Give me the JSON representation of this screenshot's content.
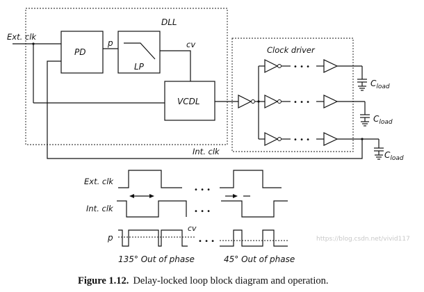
{
  "diagram": {
    "labels": {
      "ext_clk_in": "Ext. clk",
      "dll": "DLL",
      "pd": "PD",
      "p": "p",
      "lp": "LP",
      "cv": "cv",
      "vcdl": "VCDL",
      "clock_driver": "Clock driver",
      "c_load_1": "C",
      "c_load_2": "C",
      "c_load_3": "C",
      "c_load_sub_1": "load",
      "c_load_sub_2": "load",
      "c_load_sub_3": "load",
      "int_clk_fb": "Int. clk"
    },
    "dots": "•  •  •"
  },
  "timing": {
    "ext_clk": "Ext. clk",
    "int_clk": "Int. clk",
    "p": "p",
    "cv": "cv",
    "phase_left": "135° Out of phase",
    "phase_right": "45° Out of phase",
    "dots": "•  •  •"
  },
  "caption": {
    "label": "Figure 1.12.",
    "text": "Delay-locked loop block diagram and operation."
  },
  "watermark": "https://blog.csdn.net/vivid117"
}
